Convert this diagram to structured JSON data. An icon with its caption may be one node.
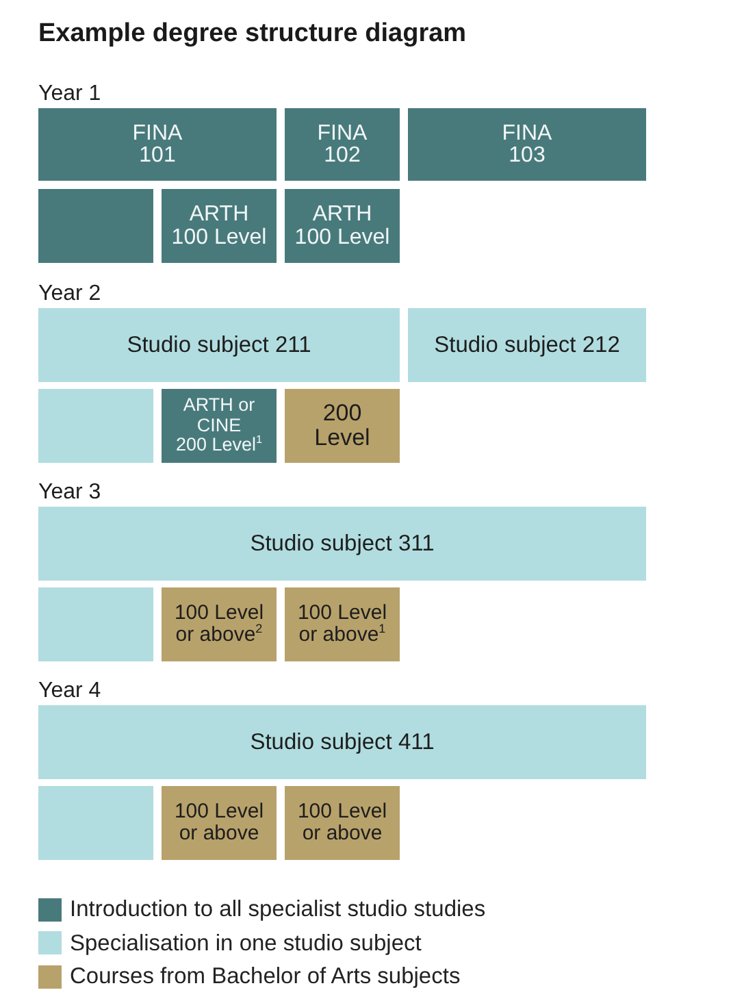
{
  "diagram": {
    "title": "Example degree structure diagram",
    "nodes": [
      {
        "text": [
          "FINA 101"
        ]
      },
      {
        "text": [
          "FINA 102"
        ]
      },
      {
        "text": [
          "FINA 103"
        ]
      },
      {
        "text": [],
        "shape": "box"
      },
      {
        "text": [
          "ARTH 100 Level"
        ]
      },
      {
        "text": [
          "ARTH 100 Level"
        ]
      },
      {
        "text": [
          "Studio subject 211"
        ]
      },
      {
        "text": [
          "Studio subject 212"
        ]
      },
      {
        "text": [],
        "shape": "box"
      },
      {
        "text": [
          "ARTH or CINE 200 Level$^{1}$"
        ]
      },
      {
        "text": [
          "200 Level"
        ]
      },
      {
        "text": [
          "Studio subject 311"
        ]
      },
      {
        "text": [],
        "shape": "box"
      },
      {
        "text": [
          "100 Level or above$^{2}$"
        ]
      },
      {
        "text": [
          "100 Level or above$^{1}$"
        ]
      },
      {
        "text": [
          "Studio subject 411"
        ]
      },
      {
        "text": [],
        "shape": "box"
      },
      {
        "text": [
          "100 Level or above"
        ]
      },
      {
        "text": [
          "100 Level or above"
        ]
      }
    ],
    "labels": [
      "Year 1",
      "Year 2",
      "Year 3",
      "Year 4"
    ],
    "legend": [
      {
        "text": "Introduction to all specialist studio studies",
        "color": "#487a7c"
      },
      {
        "text": "Specialisation in one studio subject",
        "color": "#b1dde0"
      },
      {
        "text": "Courses from Bachelor of Arts subjects",
        "color": "#b8a26b"
      }
    ]
  }
}
